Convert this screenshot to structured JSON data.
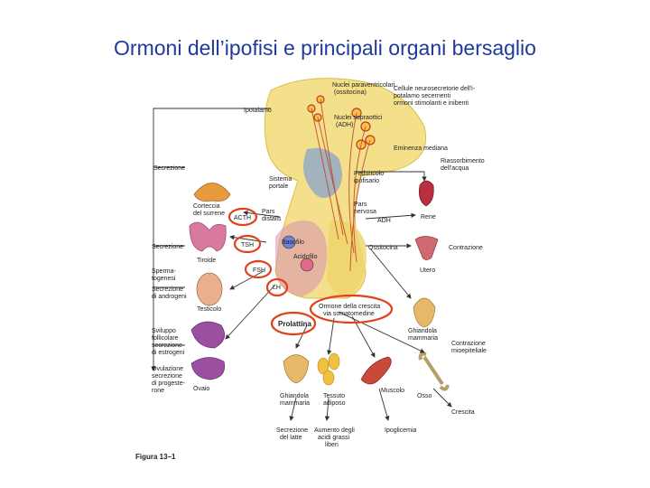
{
  "title": "Ormoni  dell’ipofisi e principali organi bersaglio",
  "figure_caption": "Figura 13–1",
  "colors": {
    "title": "#1f3a9a",
    "highlight_circle": "#e0401a",
    "hypothalamus": "#f2dc7a",
    "pituitary_blue": "#7f9fd0",
    "neuron_red": "#c0392b",
    "organ_orange": "#e89a3c",
    "organ_pink": "#d87aa0",
    "organ_purple": "#9a4fa0"
  },
  "labels": {
    "nuclei_paraventricolari": "Nuclei paraventricolari",
    "ossitocina_paren": "(ossitocina)",
    "cellule_neurosecretorie": "Cellule neurosecretorie dell'i-",
    "cellule_neurosecretorie_2": "potalamo secernenti",
    "cellule_neurosecretorie_3": "ormoni stimolanti e inibenti",
    "nuclei_sopraottici": "Nuclei sopraottici",
    "adh_paren": "(ADH)",
    "ipotalamo": "Ipotalamo",
    "eminenza_mediana": "Eminenza mediana",
    "sistema_portale": "Sistema",
    "sistema_portale_2": "portale",
    "peduncolo": "Peduncolo",
    "peduncolo_2": "ipofisario",
    "riassorbimento": "Riassorbimento",
    "riassorbimento_2": "dell'acqua",
    "secrezione": "Secrezione",
    "corteccia": "Corteccia",
    "corteccia_2": "del surrene",
    "pars_distalis": "Pars",
    "pars_distalis_2": "distalis",
    "pars_nervosa": "Pars",
    "pars_nervosa_2": "nervosa",
    "acth": "ACTH",
    "adh": "ADH",
    "rene": "Rene",
    "tsh": "TSH",
    "basofilo": "Basofilo",
    "secrezione_2": "Secrezione",
    "ossitocina": "Ossitocina",
    "contrazione": "Contrazione",
    "tiroide": "Tiroide",
    "acidofilo": "Acidofilo",
    "fsh": "FSH",
    "lh": "LH",
    "utero": "Utero",
    "sperma": "Sperma-",
    "sperma_2": "togenesi",
    "secrezione_androgeni": "Secrezione",
    "secrezione_androgeni_2": "di androgeni",
    "testicolo": "Testicolo",
    "ormone_crescita": "Ormone della crescita",
    "ormone_crescita_2": "via somatomedine",
    "prolattina": "Prolattina",
    "ghiandola_mammaria": "Ghiandola",
    "ghiandola_mammaria_2": "mammaria",
    "sviluppo": "Sviluppo",
    "sviluppo_2": "follicolare",
    "sviluppo_3": "secrezione",
    "sviluppo_4": "di estrogeni",
    "ovulazione": "Ovulazione",
    "ovulazione_2": "secrezione",
    "ovulazione_3": "di progeste-",
    "ovulazione_4": "rone",
    "ovaio": "Ovaio",
    "contrazione_mioepiteliale": "Contrazione",
    "contrazione_mioepiteliale_2": "mioepiteliale",
    "ghiandola_mammaria_b": "Ghiandola",
    "ghiandola_mammaria_b2": "mammaria",
    "tessuto_adiposo": "Tessuto",
    "tessuto_adiposo_2": "adiposo",
    "muscolo": "Muscolo",
    "osso": "Osso",
    "crescita": "Crescita",
    "secrezione_latte": "Secrezione",
    "secrezione_latte_2": "del latte",
    "aumento_acidi": "Aumento degli",
    "aumento_acidi_2": "acidi grassi",
    "aumento_acidi_3": "liberi",
    "ipoglicemia": "Ipoglicemia"
  }
}
